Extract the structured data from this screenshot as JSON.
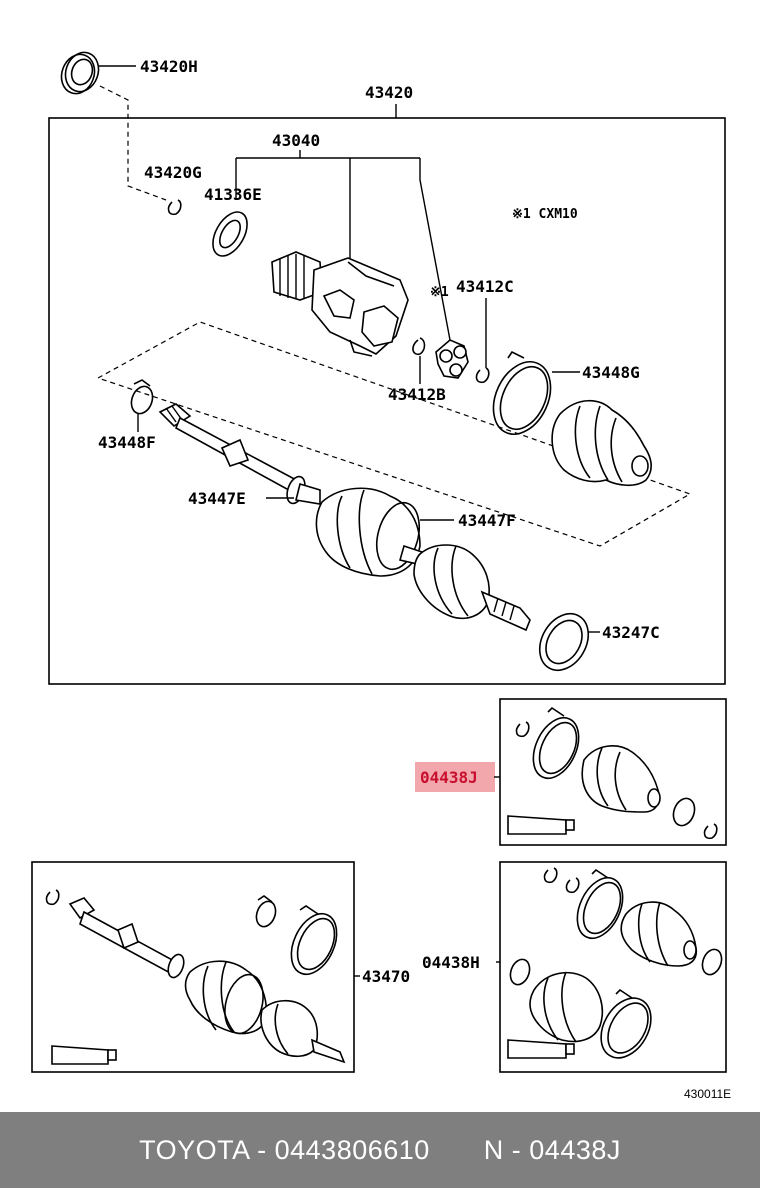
{
  "labels": {
    "p43420H": "43420H",
    "p43420": "43420",
    "p43040": "43040",
    "p43420G": "43420G",
    "p41336E": "41336E",
    "note_cxm": "※1 CXM10",
    "note_1": "※1",
    "p43412C": "43412C",
    "p43412B": "43412B",
    "p43448G": "43448G",
    "p43448F": "43448F",
    "p43447E": "43447E",
    "p43447F": "43447F",
    "p43247C": "43247C",
    "p04438J": "04438J",
    "p43470": "43470",
    "p04438H": "04438H",
    "fig_code": "430011E"
  },
  "footer": {
    "brand_part": "TOYOTA - 0443806610",
    "ref": "N - 04438J"
  },
  "colors": {
    "highlight": "#f2a7ad",
    "highlight_text": "#c8102e",
    "footer_bg": "#7f7f7f"
  }
}
